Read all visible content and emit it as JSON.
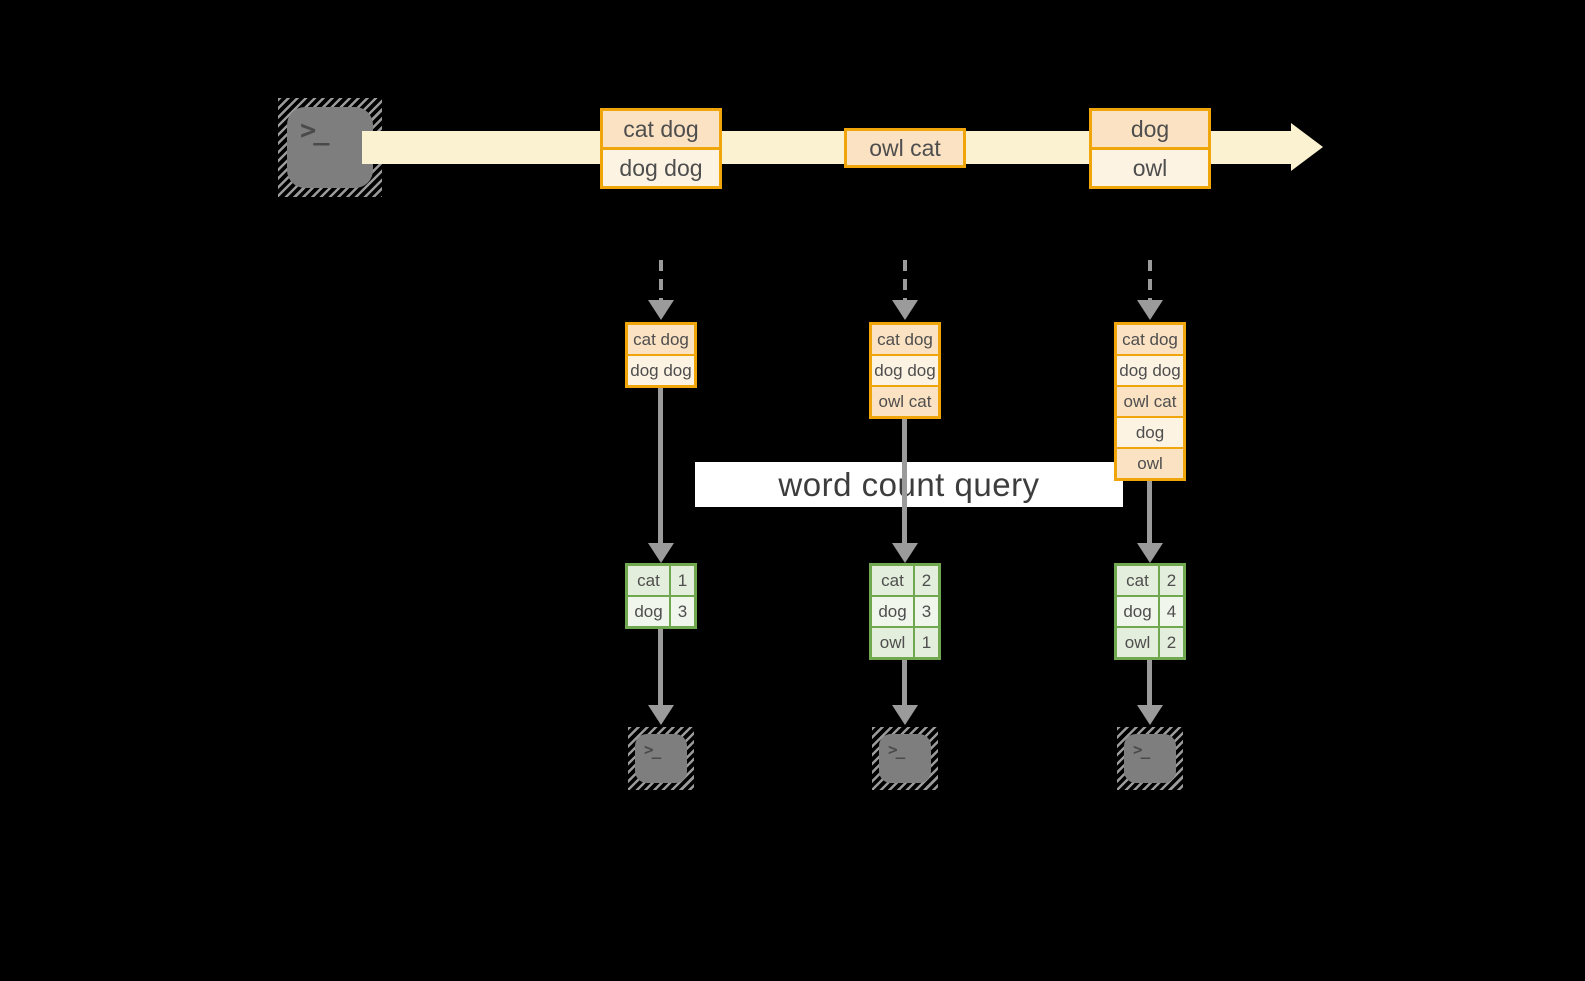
{
  "stream": {
    "source_terminal_glyph": ">_",
    "events": [
      {
        "rows": [
          "cat dog",
          "dog dog"
        ]
      },
      {
        "rows": [
          "owl cat"
        ]
      },
      {
        "rows": [
          "dog",
          "owl"
        ]
      }
    ]
  },
  "query_banner": {
    "label": "word count query"
  },
  "snapshots": [
    {
      "buffer": [
        "cat dog",
        "dog dog"
      ],
      "counts": [
        {
          "word": "cat",
          "count": "1"
        },
        {
          "word": "dog",
          "count": "3"
        }
      ],
      "sink_terminal_glyph": ">_"
    },
    {
      "buffer": [
        "cat dog",
        "dog dog",
        "owl cat"
      ],
      "counts": [
        {
          "word": "cat",
          "count": "2"
        },
        {
          "word": "dog",
          "count": "3"
        },
        {
          "word": "owl",
          "count": "1"
        }
      ],
      "sink_terminal_glyph": ">_"
    },
    {
      "buffer": [
        "cat dog",
        "dog dog",
        "owl cat",
        "dog",
        "owl"
      ],
      "counts": [
        {
          "word": "cat",
          "count": "2"
        },
        {
          "word": "dog",
          "count": "4"
        },
        {
          "word": "owl",
          "count": "2"
        }
      ],
      "sink_terminal_glyph": ">_"
    }
  ],
  "colors": {
    "stream_band": "#FBF2D1",
    "event_border": "#F0A50A",
    "event_fill_dark": "#FBE2C3",
    "event_fill_light": "#FDF3E3",
    "table_border": "#6FA84F",
    "table_fill_dark": "#E4EEDC",
    "table_fill_light": "#F1F6ED",
    "arrow_gray": "#9B9B9B",
    "terminal_gray": "#7E7E7E",
    "banner_bg": "#FFFFFF",
    "text": "#4E4E4E"
  }
}
